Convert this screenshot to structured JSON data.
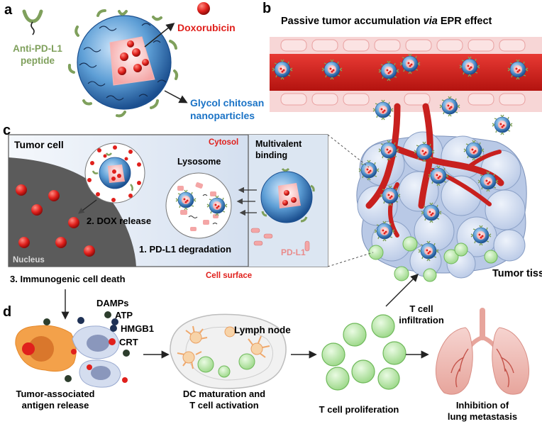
{
  "panel_a": {
    "letter": "a",
    "peptide_label_1": "Anti-PD-L1",
    "peptide_label_2": "peptide",
    "drug_label": "Doxorubicin",
    "np_label_1": "Glycol chitosan",
    "np_label_2": "nanoparticles"
  },
  "panel_b": {
    "letter": "b",
    "title_pre": "Passive tumor accumulation ",
    "title_via": "via",
    "title_post": " EPR effect",
    "tissue_label": "Tumor tissues"
  },
  "panel_c": {
    "letter": "c",
    "tumor_cell": "Tumor cell",
    "cytosol": "Cytosol",
    "multivalent_1": "Multivalent",
    "multivalent_2": "binding",
    "lysosome": "Lysosome",
    "dox_release": "2. DOX release",
    "pdl1_degradation": "1. PD-L1 degradation",
    "nucleus": "Nucleus",
    "pdl1": "PD-L1",
    "cell_surface": "Cell surface",
    "icd": "3. Immunogenic cell death"
  },
  "panel_d": {
    "letter": "d",
    "damps": "DAMPs",
    "atp": "ATP",
    "hmgb1": "HMGB1",
    "crt": "CRT",
    "lymph_node": "Lymph node",
    "tcell_infil_1": "T cell",
    "tcell_infil_2": "infiltration",
    "antigen_1": "Tumor-associated",
    "antigen_2": "antigen release",
    "dc_1": "DC maturation and",
    "dc_2": "T cell activation",
    "prolif": "T cell proliferation",
    "inhib_1": "Inhibition of",
    "inhib_2": "lung metastasis"
  },
  "colors": {
    "red": "#e0201c",
    "green_peptide": "#7fa05c",
    "blue_label": "#1a73c6",
    "vessel": "#c8201e",
    "panel_bg": "#dce6f2"
  }
}
